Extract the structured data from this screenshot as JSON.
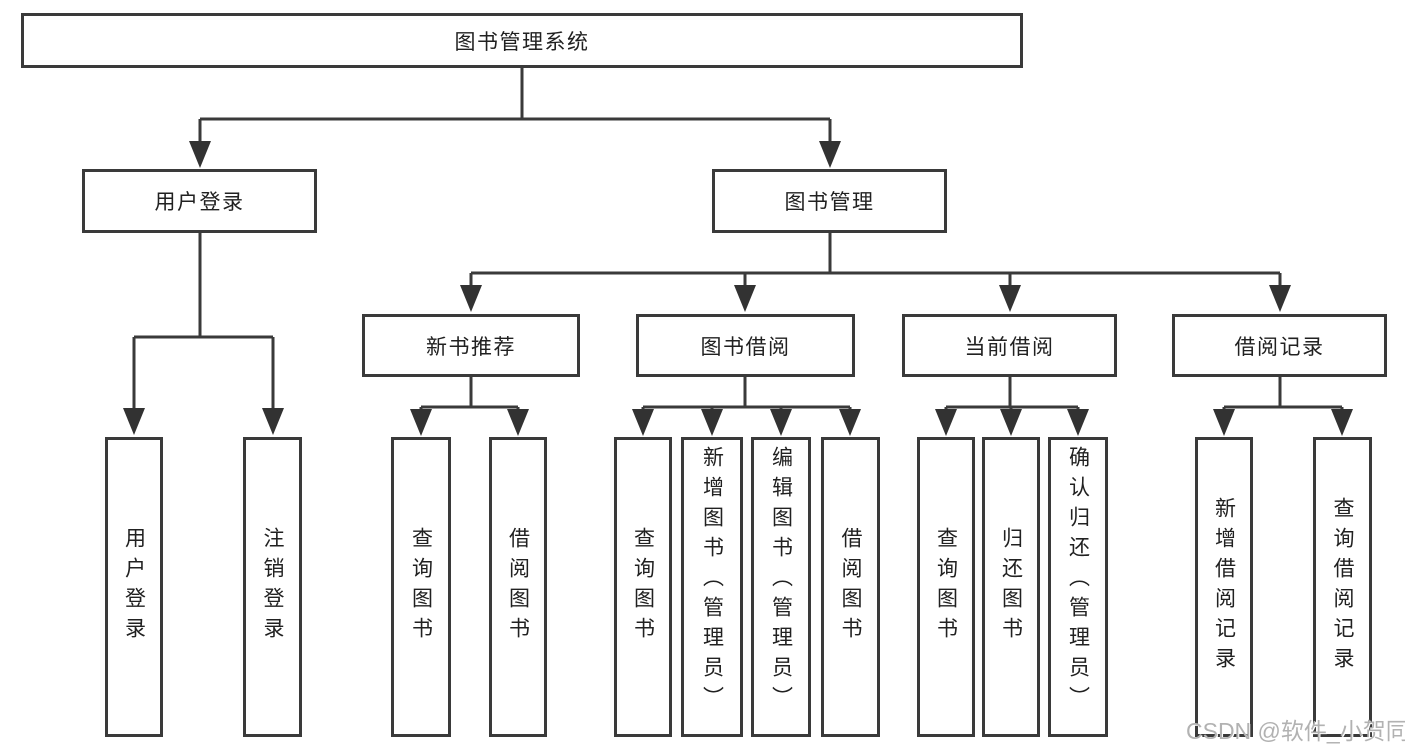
{
  "diagram": {
    "root": {
      "label": "图书管理系统"
    },
    "user_login": {
      "label": "用户登录",
      "children": [
        {
          "label": "用户登录"
        },
        {
          "label": "注销登录"
        }
      ]
    },
    "book_mgmt": {
      "label": "图书管理",
      "modules": [
        {
          "label": "新书推荐",
          "children": [
            {
              "label": "查询图书"
            },
            {
              "label": "借阅图书"
            }
          ]
        },
        {
          "label": "图书借阅",
          "children": [
            {
              "label": "查询图书"
            },
            {
              "label": "新增图书（管理员）"
            },
            {
              "label": "编辑图书（管理员）"
            },
            {
              "label": "借阅图书"
            }
          ]
        },
        {
          "label": "当前借阅",
          "children": [
            {
              "label": "查询图书"
            },
            {
              "label": "归还图书"
            },
            {
              "label": "确认归还（管理员）"
            }
          ]
        },
        {
          "label": "借阅记录",
          "children": [
            {
              "label": "新增借阅记录"
            },
            {
              "label": "查询借阅记录"
            }
          ]
        }
      ]
    },
    "colors": {
      "line": "#3a3a3a",
      "text": "#212121",
      "background": "#ffffff",
      "watermark": "#b2b2b2"
    }
  },
  "watermark": {
    "text": "CSDN @软件_小贺同学"
  }
}
